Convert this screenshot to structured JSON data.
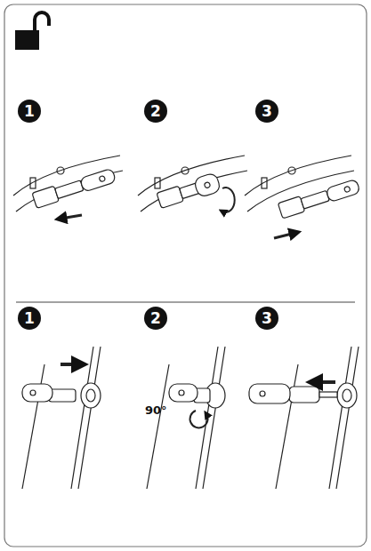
{
  "diagram": {
    "nodes": [
      {
        "text": [
          "1"
        ]
      },
      {
        "text": [
          "2"
        ]
      },
      {
        "text": [
          "3"
        ]
      },
      {
        "text": [
          "1"
        ]
      },
      {
        "text": [
          "2"
        ]
      },
      {
        "text": [
          "3"
        ]
      }
    ],
    "edges": [],
    "labels": [
      "90°"
    ]
  }
}
